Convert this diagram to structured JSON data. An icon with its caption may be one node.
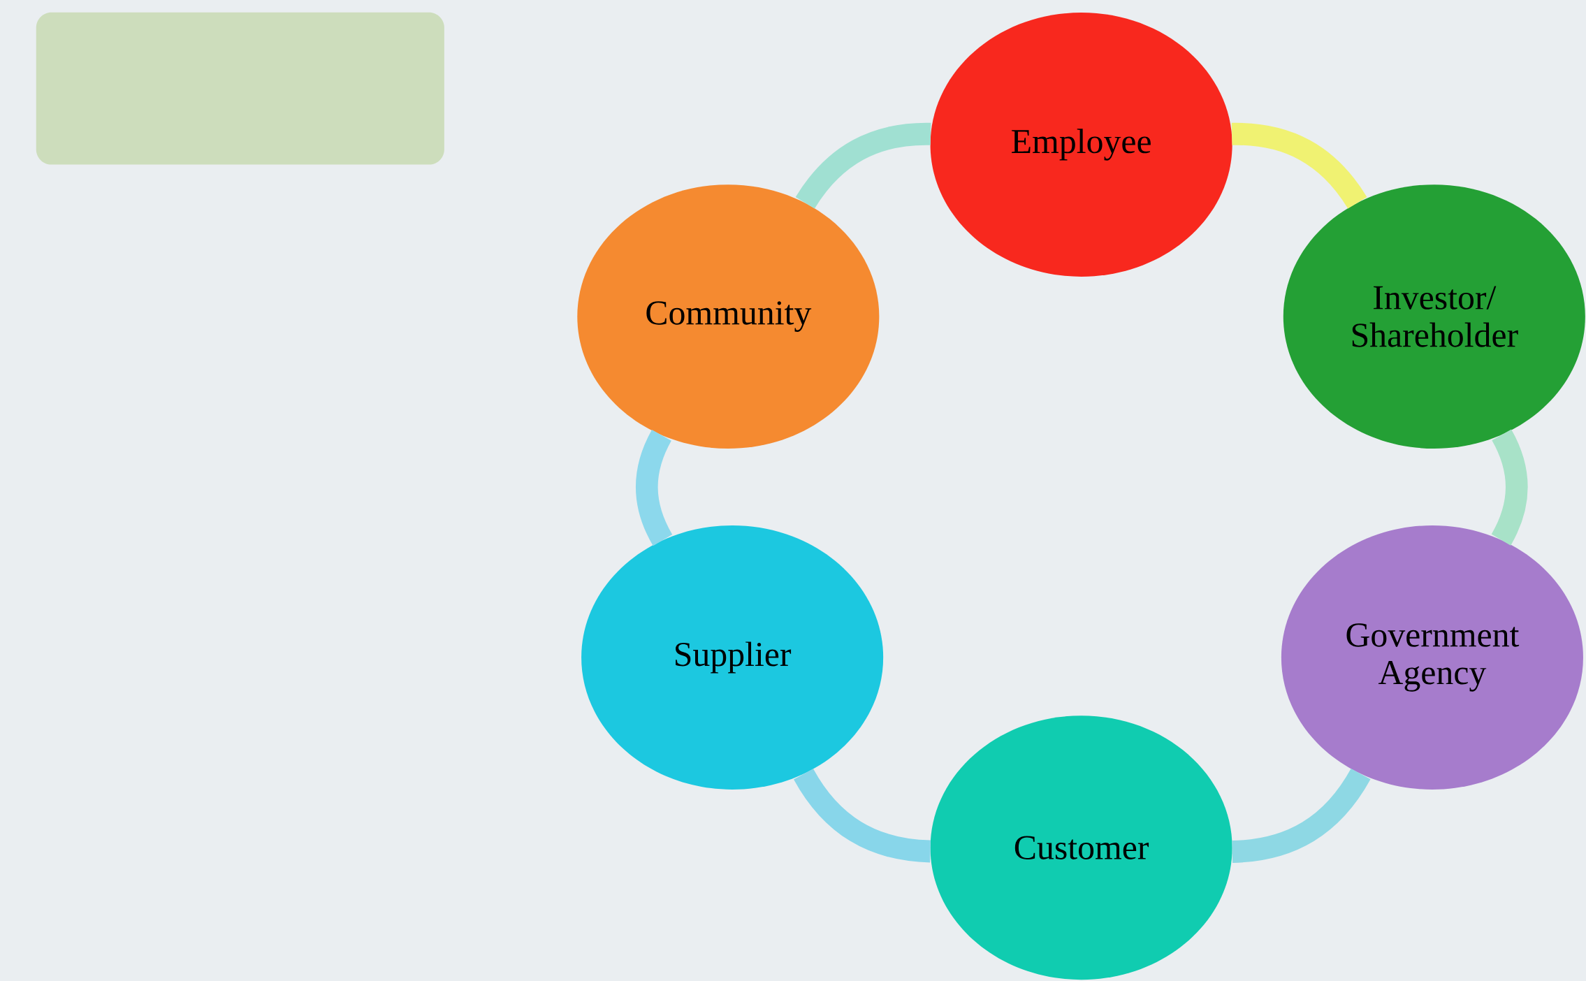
{
  "diagram": {
    "nodes": [
      {
        "text": [],
        "shape": "box"
      },
      {
        "text": [
          "Employee"
        ]
      },
      {
        "text": [
          "Investor/ Shareholder"
        ]
      },
      {
        "text": [
          "Government Agency"
        ]
      },
      {
        "text": [
          "Customer"
        ]
      },
      {
        "text": [
          "Supplier"
        ]
      },
      {
        "text": [
          "Community"
        ]
      }
    ],
    "edges": [
      {
        "from": 1,
        "to": 2,
        "arrow": "none",
        "color": "#f0f272"
      },
      {
        "from": 2,
        "to": 3,
        "arrow": "none",
        "color": "#a8e2c8"
      },
      {
        "from": 3,
        "to": 4,
        "arrow": "none",
        "color": "#8ed8e4"
      },
      {
        "from": 4,
        "to": 5,
        "arrow": "none",
        "color": "#88d6ea"
      },
      {
        "from": 5,
        "to": 6,
        "arrow": "none",
        "color": "#8cd8ec"
      },
      {
        "from": 6,
        "to": 1,
        "arrow": "none",
        "color": "#a0e0d2"
      }
    ]
  }
}
